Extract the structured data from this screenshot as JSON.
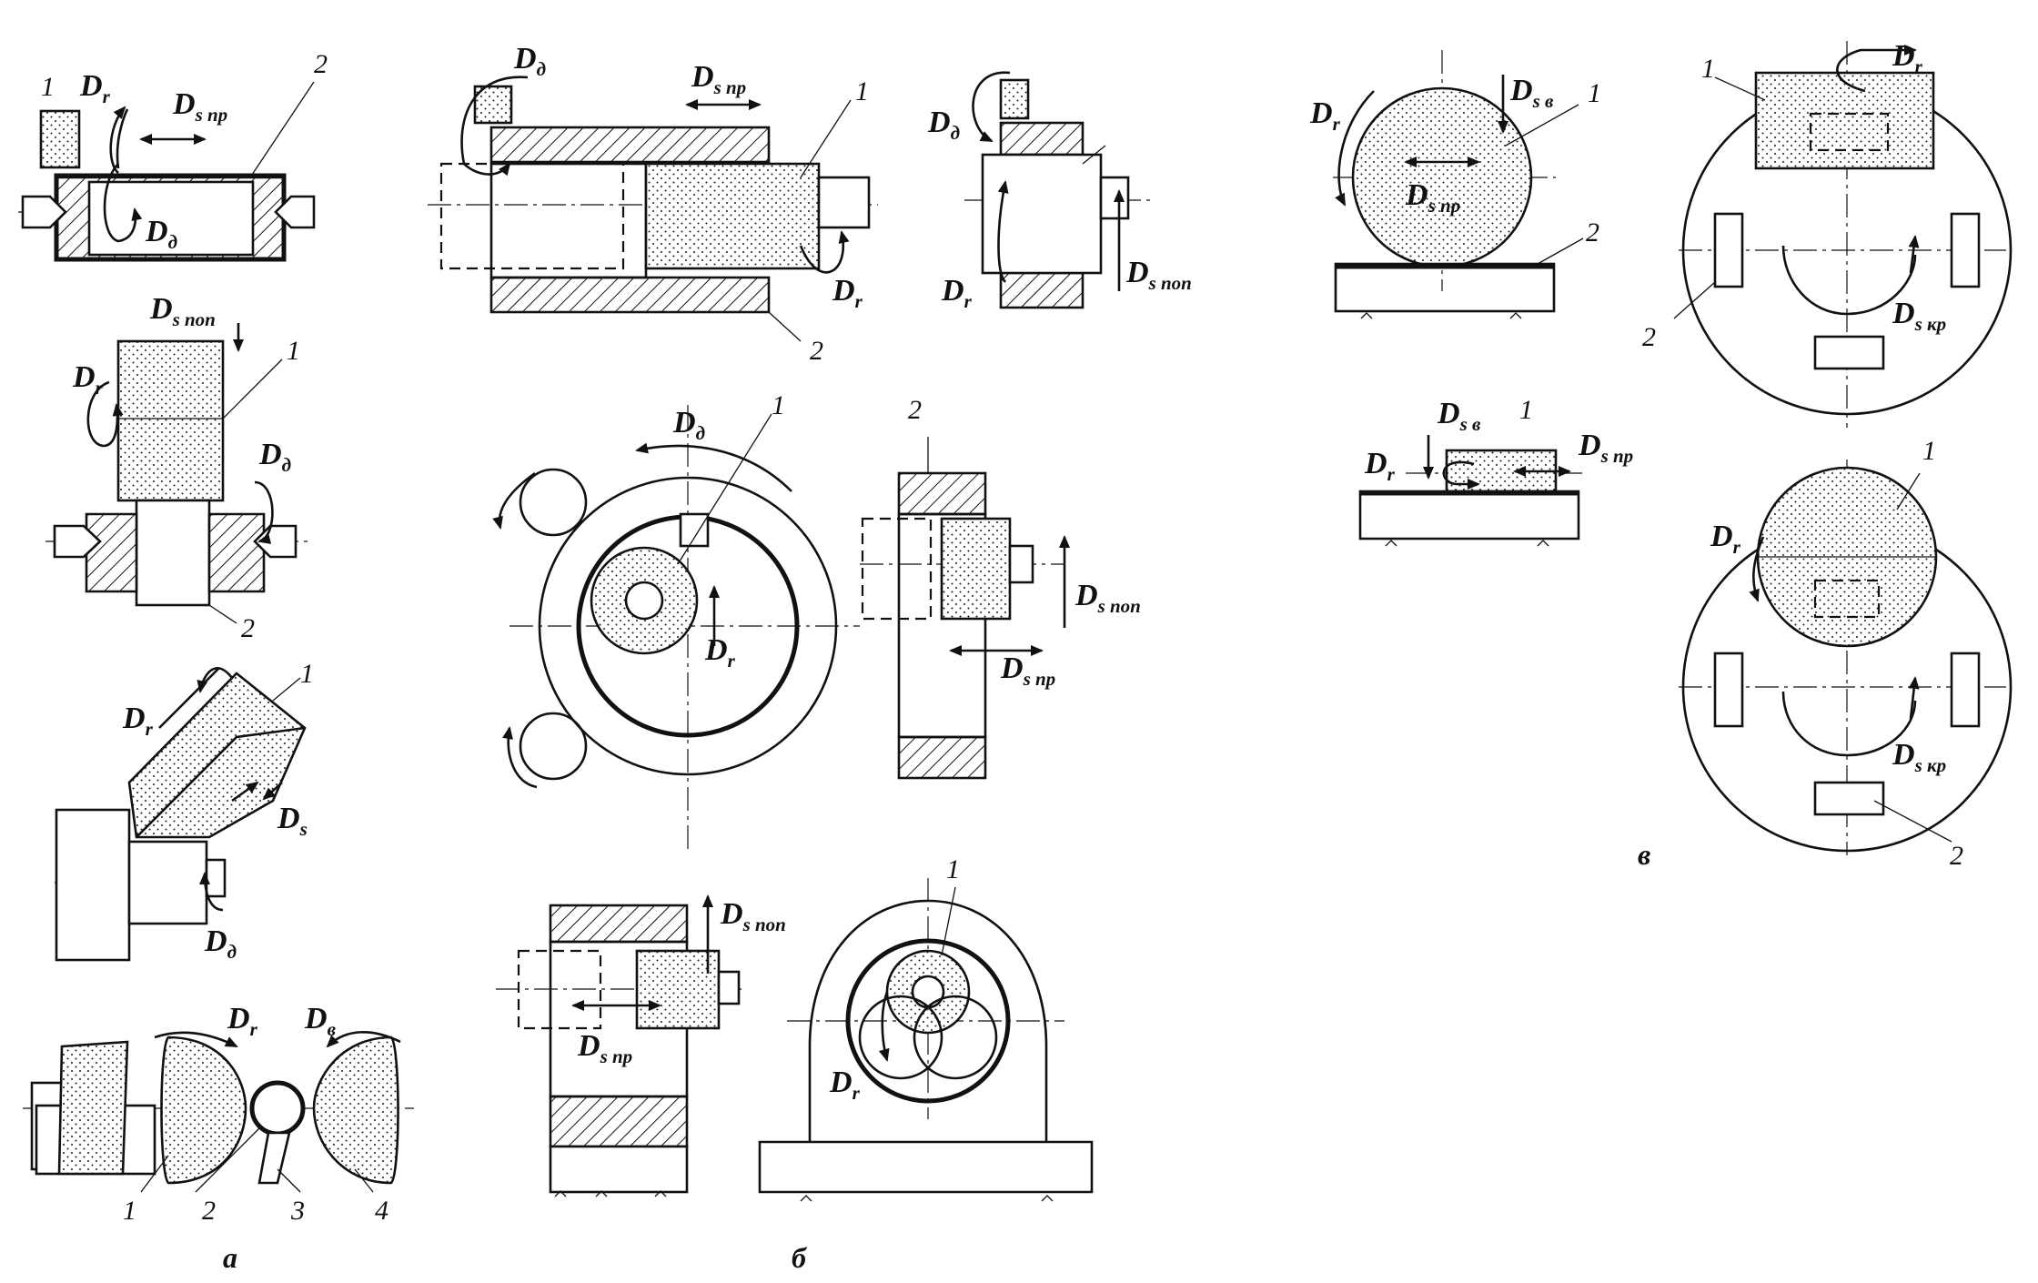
{
  "labels": {
    "dr": "D",
    "dr_sub": "r",
    "dd": "D",
    "dd_sub": "д",
    "dspr": "D",
    "dspr_sub": "s пр",
    "dspop": "D",
    "dspop_sub": "s поп",
    "ds": "D",
    "ds_sub": "s",
    "dv": "D",
    "dv_sub": "в",
    "dsv": "D",
    "dsv_sub": "s в",
    "dskr": "D",
    "dskr_sub": "s кр"
  },
  "numbers": [
    "1",
    "2",
    "3",
    "4"
  ],
  "captions": {
    "a": "а",
    "b": "б",
    "v": "в"
  }
}
